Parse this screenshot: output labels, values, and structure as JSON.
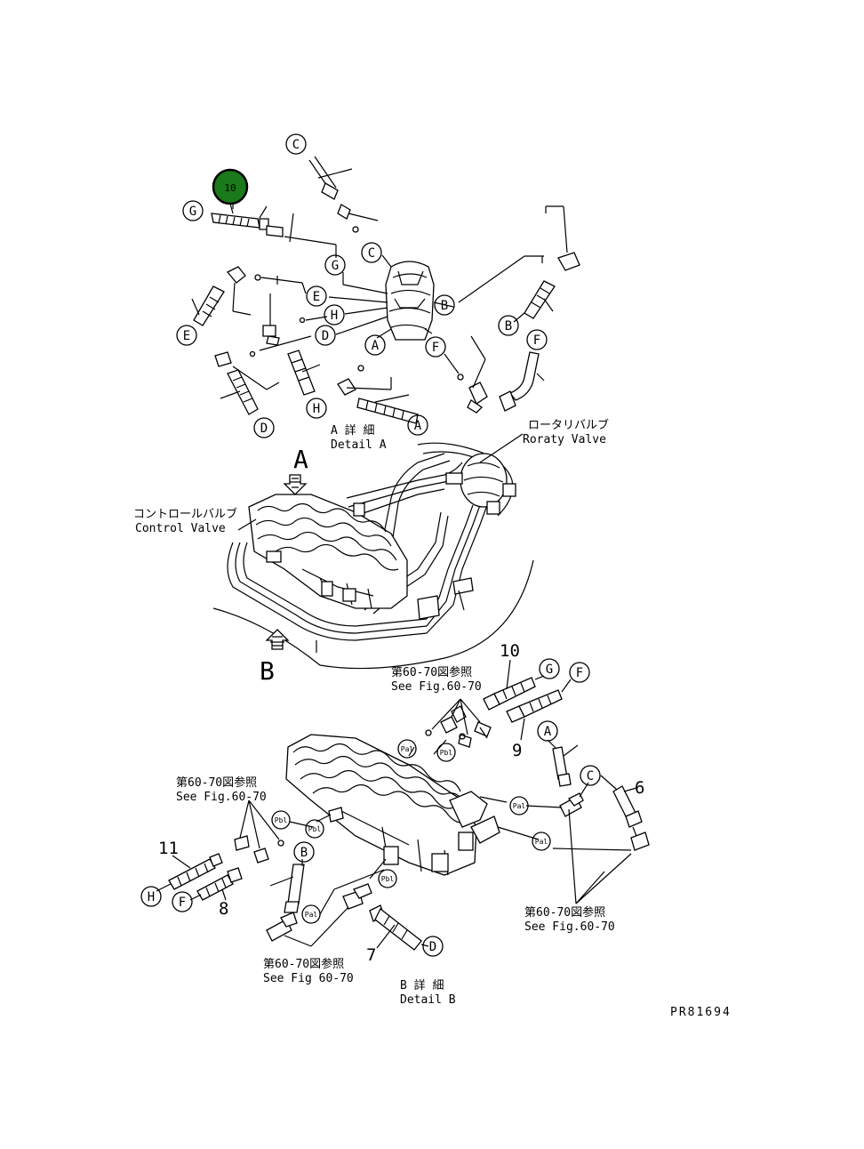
{
  "callouts": {
    "c_top": "C",
    "g_left": "G",
    "c_mid": "C",
    "g_mid": "G",
    "e_mid": "E",
    "h_mid": "H",
    "d_mid": "D",
    "b_mid": "B",
    "a_mid": "A",
    "f_mid": "F",
    "e_left": "E",
    "b_right": "B",
    "f_right": "F",
    "h_low": "H",
    "d_low": "D",
    "a_low": "A",
    "g_b": "G",
    "f_b": "F",
    "a_b": "A",
    "c_b": "C",
    "b_b": "B",
    "h_b": "H",
    "f_bl": "F",
    "d_b": "D"
  },
  "ports": {
    "pa1": "Pal",
    "pb1": "Pbl",
    "pa2": "Pal",
    "pb2": "Pbl",
    "pa3": "Pal",
    "pb3": "Pbl",
    "pa4": "Pal",
    "pb4": "Pbl"
  },
  "highlight_label": "10",
  "labels": {
    "detail_a_jp": "A 詳 細",
    "detail_a_en": "Detail A",
    "rotary_jp": "ロータリバルブ",
    "rotary_en": "Roraty Valve",
    "control_jp": "コントロールバルブ",
    "control_en": "Control Valve",
    "view_a": "A",
    "view_b": "B",
    "ref1_jp": "第60-70図参照",
    "ref1_en": "See Fig.60-70",
    "ref2_jp": "第60-70図参照",
    "ref2_en": "See Fig.60-70",
    "ref3_jp": "第60-70図参照",
    "ref3_en": "See Fig.60-70",
    "ref4_jp": "第60-70図参照",
    "ref4_en": "See Fig 60-70",
    "detail_b_jp": "B 詳 細",
    "detail_b_en": "Detail B",
    "drawing_no": "PR81694"
  },
  "part_numbers": {
    "n10": "10",
    "n9": "9",
    "n6": "6",
    "n11": "11",
    "n8": "8",
    "n7": "7"
  },
  "colors": {
    "highlight": "#1a7a1a",
    "ink": "#000000"
  }
}
